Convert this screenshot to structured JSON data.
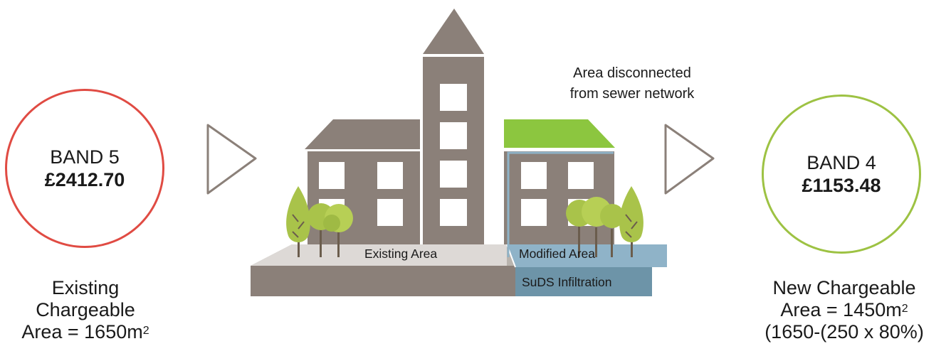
{
  "left_band": {
    "label": "BAND 5",
    "price": "£2412.70",
    "caption_line1": "Existing",
    "caption_line2": "Chargeable",
    "caption_line3": "Area = 1650m",
    "caption_sup": "2"
  },
  "right_band": {
    "label": "BAND 4",
    "price": "£1153.48",
    "caption_line1": "New Chargeable",
    "caption_line2": "Area = 1450m",
    "caption_sup": "2",
    "caption_line3": "(1650-(250 x 80%)"
  },
  "disconnected_note": {
    "line1": "Area disconnected",
    "line2": "from sewer network"
  },
  "ground_labels": {
    "existing": "Existing Area",
    "modified": "Modified Area",
    "suds": "SuDS Infiltration"
  },
  "colors": {
    "band5_ring": "#e04b43",
    "band4_ring": "#9dc243",
    "building": "#8b8079",
    "green_roof": "#8cc63f",
    "suds_blue": "#6d94a8",
    "tree_green": "#a9c34a"
  }
}
